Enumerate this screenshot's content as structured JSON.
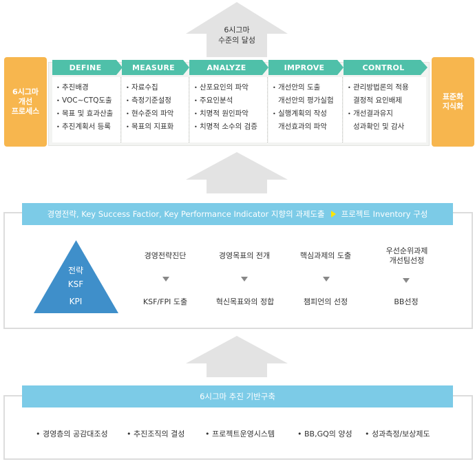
{
  "top_arrow": {
    "label_line1": "6시그마",
    "label_line2": "수준의 달성"
  },
  "left_box": {
    "line1": "6시그마",
    "line2": "개선",
    "line3": "프로세스"
  },
  "right_box": {
    "line1": "표준화",
    "line2": "지식화"
  },
  "phases": [
    {
      "name": "DEFINE",
      "items": [
        "추진배경",
        "VOC~CTQ도출",
        "목표 및 효과산출",
        "추진계획서 등록"
      ]
    },
    {
      "name": "MEASURE",
      "items": [
        "자료수집",
        "측정기준설정",
        "현수준의 파악",
        "목표의 지표화"
      ]
    },
    {
      "name": "ANALYZE",
      "items": [
        "산포요인의 파악",
        "주요인분석",
        "치명적 원인파악",
        "치명적 소수의 검증"
      ]
    },
    {
      "name": "IMPROVE",
      "items": [
        "개선안의 도출",
        "개선안의 평가실험",
        "실행계획의 작성",
        "개선효과의 파악"
      ]
    },
    {
      "name": "CONTROL",
      "items": [
        "관리방법론의 적용",
        "결정적 요인배제",
        "개선결과유지",
        "성과확인 및 감사"
      ]
    }
  ],
  "middle": {
    "bar_left": "경영전략, Key Success Factior, Key Performance Indicator 지향의 과제도출",
    "bar_right": "프로젝트 Inventory 구성",
    "pyramid": [
      "전략",
      "KSF",
      "KPI"
    ],
    "steps": [
      {
        "top": "경영전략진단",
        "bottom": "KSF/FPI 도출"
      },
      {
        "top": "경영목표의 전개",
        "bottom": "혁신목표와의 정합"
      },
      {
        "top": "핵심과제의 도출",
        "bottom": "챔피언의 선정"
      },
      {
        "top_line1": "우선순위과제",
        "top_line2": "개선팀선정",
        "bottom": "BB선정"
      }
    ]
  },
  "bottom": {
    "bar": "6시그마 추진 기반구축",
    "items": [
      "경영층의 공감대조성",
      "추진조직의 결성",
      "프로젝트운영시스템",
      "BB,GQ의 양성",
      "성과측정/보상제도"
    ]
  },
  "colors": {
    "phase_teal": "#4fc0a9",
    "orange": "#f7b64e",
    "blue_bar": "#7ccbe7",
    "pyramid": "#3f8fca",
    "arrow_gray": "#e3e3e3",
    "arrowhead_yellow": "#ffe600"
  }
}
